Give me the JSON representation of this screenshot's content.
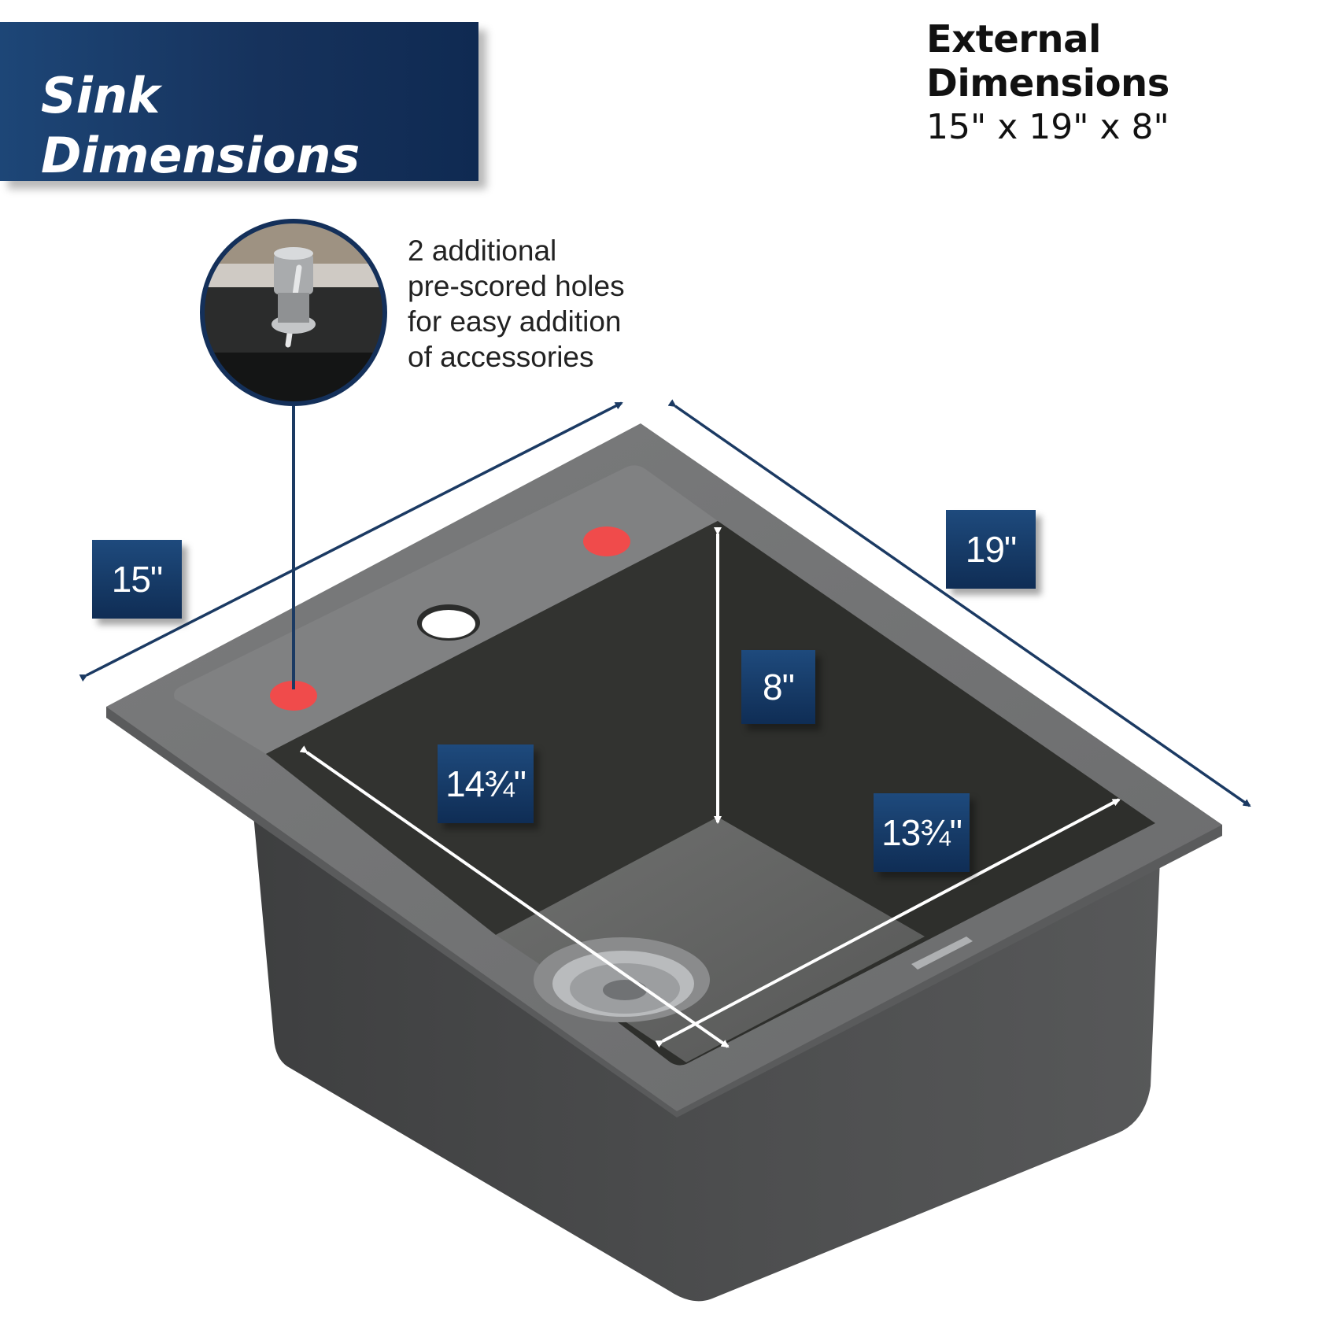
{
  "banner": {
    "line1": "Sink",
    "line2": "Dimensions"
  },
  "external": {
    "title": "External Dimensions",
    "value": "15\" x 19\" x 8\""
  },
  "note": {
    "lines": [
      "2 additional",
      "pre-scored holes",
      "for easy addition",
      "of accessories"
    ]
  },
  "dimensions": {
    "width": "15\"",
    "length": "19\"",
    "depth": "8\"",
    "inner_width": "14¾\"",
    "inner_length": "13¾\""
  },
  "colors": {
    "navy": "#163a66",
    "arrow": "#1b3a63",
    "sink_rim": "#707172",
    "sink_body": "#4c4d4e",
    "basin": "#2e2f2c",
    "prescored_hole": "#f04b4b"
  }
}
